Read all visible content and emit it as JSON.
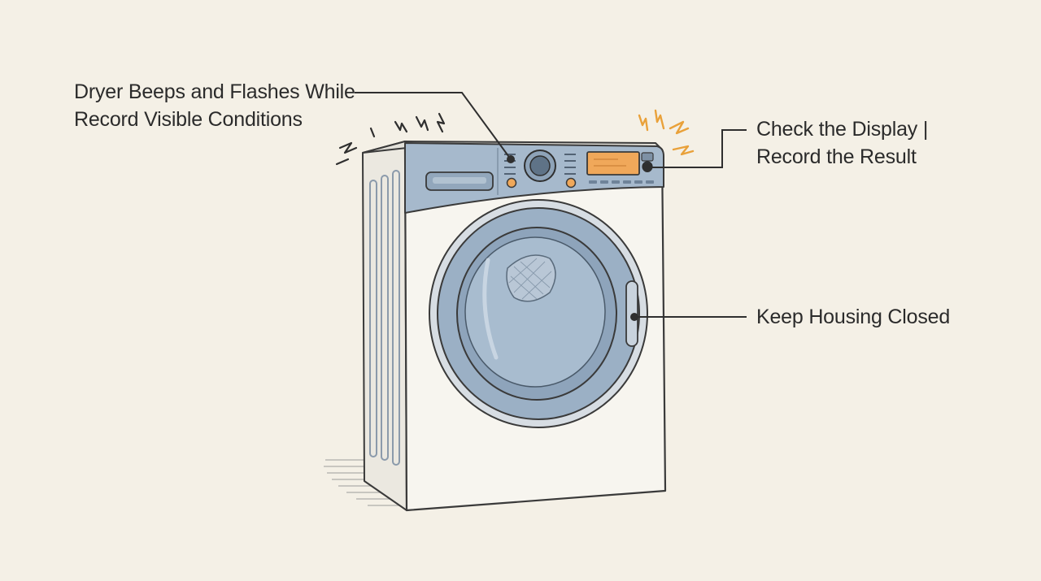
{
  "callouts": [
    {
      "lines": [
        "Dryer Beeps and Flashes While",
        "Record Visible Conditions"
      ]
    },
    {
      "lines": [
        "Check the Display |",
        "Record the Result"
      ]
    },
    {
      "lines": [
        "Keep Housing Closed"
      ]
    }
  ],
  "colors": {
    "background": "#f4f0e6",
    "panel": "#a6b9cc",
    "body": "#f6f4ee",
    "door": "#97abc0",
    "display": "#f0a85a",
    "alert": "#e9a13a",
    "ink": "#2b2b2b"
  },
  "icons": [
    "dryer-illustration",
    "alert-spark-icon",
    "vibration-mark-icon"
  ]
}
